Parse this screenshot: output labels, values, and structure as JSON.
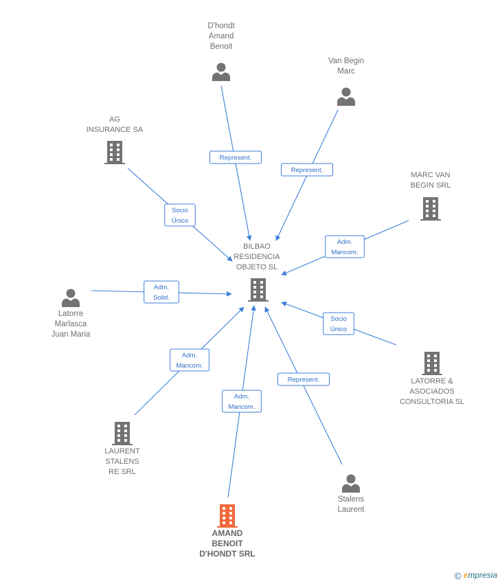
{
  "center": {
    "label": [
      "BILBAO",
      "RESIDENCIA",
      "OBJETO  SL"
    ],
    "kind": "company",
    "icon": "building-icon"
  },
  "nodes": [
    {
      "id": "dhondt-amand-benoit",
      "label": [
        "D'hondt",
        "Amand",
        "Benoit"
      ],
      "kind": "person",
      "icon": "person-icon",
      "relation": [
        "Represent."
      ]
    },
    {
      "id": "van-begin-marc",
      "label": [
        "Van Begin",
        "Marc"
      ],
      "kind": "person",
      "icon": "person-icon",
      "relation": [
        "Represent."
      ]
    },
    {
      "id": "ag-insurance-sa",
      "label": [
        "AG",
        "INSURANCE SA"
      ],
      "kind": "company",
      "icon": "building-icon",
      "relation": [
        "Socio",
        "Único"
      ]
    },
    {
      "id": "marc-van-begin-srl",
      "label": [
        "MARC VAN",
        "BEGIN SRL"
      ],
      "kind": "company",
      "icon": "building-icon",
      "relation": [
        "Adm.",
        "Mancom."
      ]
    },
    {
      "id": "latorre-marlasca-juan-maria",
      "label": [
        "Latorre",
        "Marlasca",
        "Juan Maria"
      ],
      "kind": "person",
      "icon": "person-icon",
      "relation": [
        "Adm.",
        "Solid."
      ]
    },
    {
      "id": "latorre-asociados-consultoria-sl",
      "label": [
        "LATORRE &",
        "ASOCIADOS",
        "CONSULTORIA SL"
      ],
      "kind": "company",
      "icon": "building-icon",
      "relation": [
        "Socio",
        "Único"
      ]
    },
    {
      "id": "laurent-stalens-re-srl",
      "label": [
        "LAURENT",
        "STALENS",
        "RE SRL"
      ],
      "kind": "company",
      "icon": "building-icon",
      "relation": [
        "Adm.",
        "Mancom."
      ]
    },
    {
      "id": "amand-benoit-dhondt-srl",
      "label": [
        "AMAND",
        "BENOIT",
        "D'HONDT SRL"
      ],
      "kind": "company",
      "icon": "building-icon",
      "highlight": true,
      "relation": [
        "Adm.",
        "Mancom."
      ]
    },
    {
      "id": "stalens-laurent",
      "label": [
        "Stalens",
        "Laurent"
      ],
      "kind": "person",
      "icon": "person-icon",
      "relation": [
        "Represent."
      ]
    }
  ],
  "colors": {
    "edge": "#3d7fd8",
    "node_gray": "#737373",
    "highlight": "#f26a3d",
    "label": "#6f6f6f"
  },
  "footer": {
    "copyright_symbol": "©",
    "brand_initial": "e",
    "brand_rest": "mpresia"
  }
}
